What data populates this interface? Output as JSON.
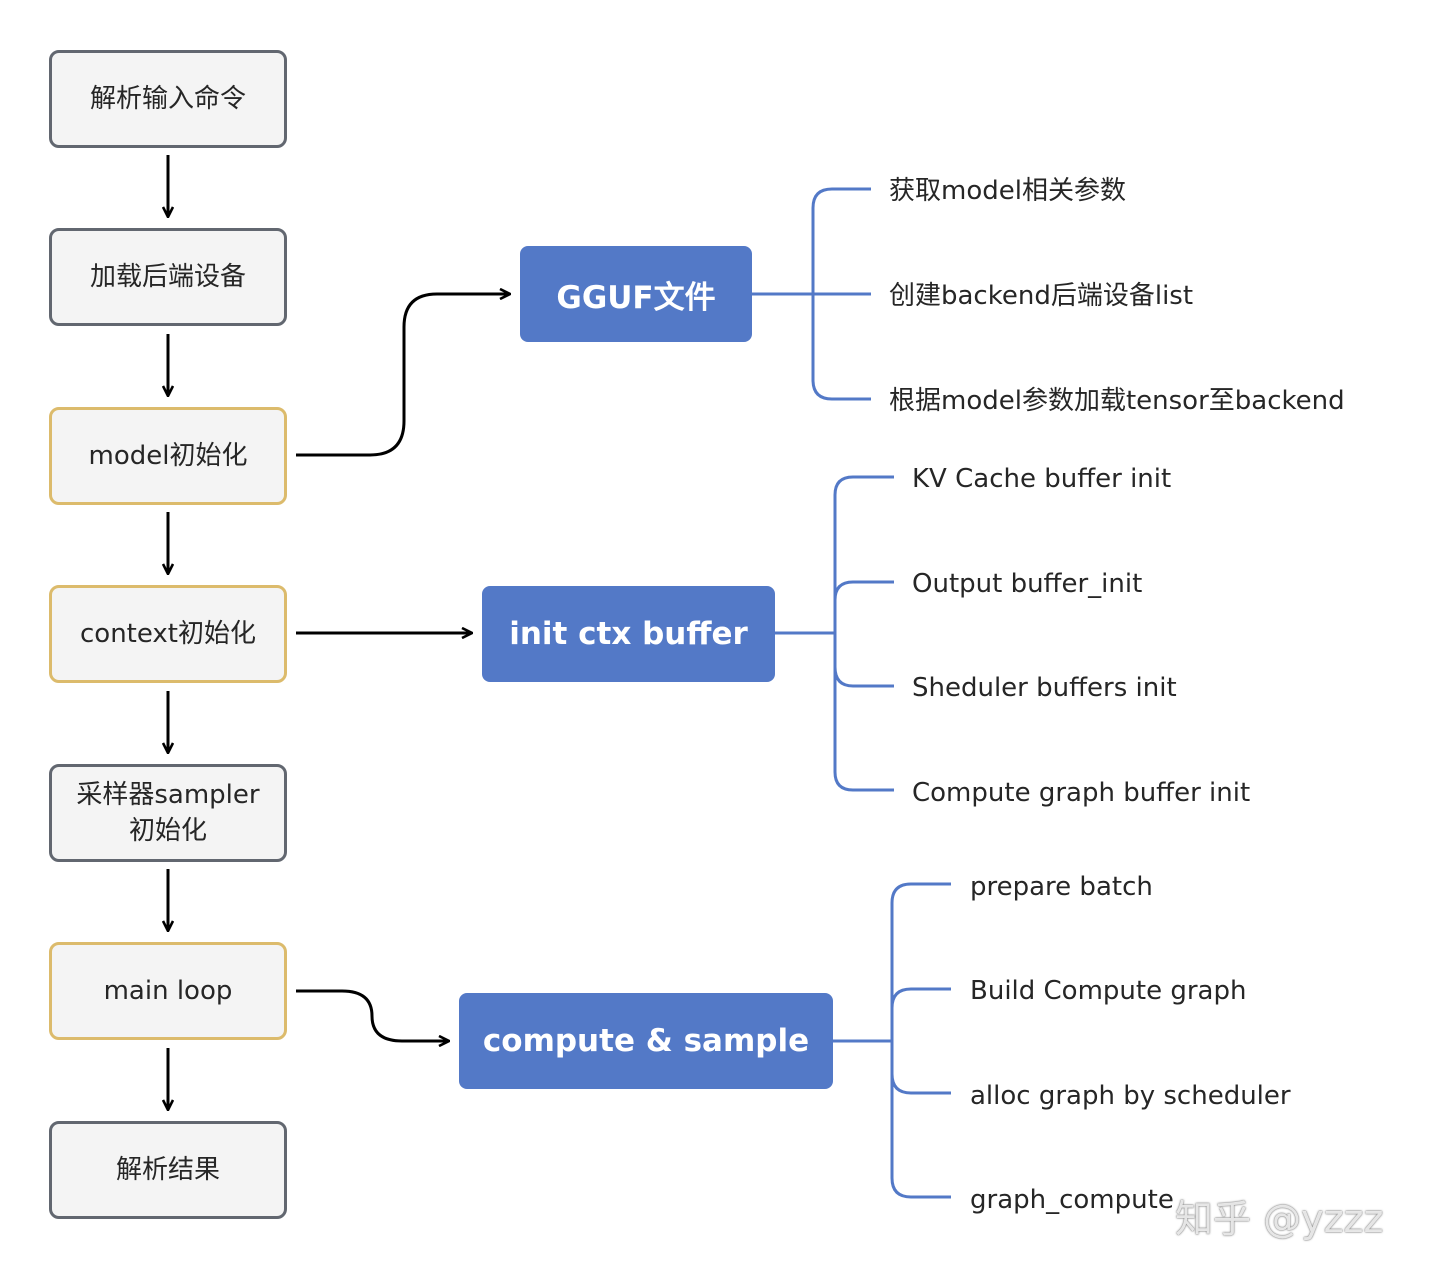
{
  "steps": [
    {
      "label": "解析输入命令"
    },
    {
      "label": "加载后端设备"
    },
    {
      "label": "model初始化"
    },
    {
      "label": "context初始化"
    },
    {
      "label": "采样器sampler\n初始化"
    },
    {
      "label": "main loop"
    },
    {
      "label": "解析结果"
    }
  ],
  "hubs": [
    {
      "label": "GGUF文件",
      "items": [
        "获取model相关参数",
        "创建backend后端设备list",
        "根据model参数加载tensor至backend"
      ]
    },
    {
      "label": "init ctx buffer",
      "items": [
        "KV Cache buffer init",
        "Output buffer_init",
        "Sheduler buffers init",
        "Compute graph buffer init"
      ]
    },
    {
      "label": "compute & sample",
      "items": [
        "prepare batch",
        "Build Compute graph",
        "alloc graph  by scheduler",
        "graph_compute"
      ]
    }
  ],
  "watermark": "知乎 @yzzz",
  "colors": {
    "step_border": "#626770",
    "highlight_border": "#dcbb6c",
    "hub_fill": "#5379c7",
    "bracket": "#5379c7",
    "arrow": "#000000"
  }
}
